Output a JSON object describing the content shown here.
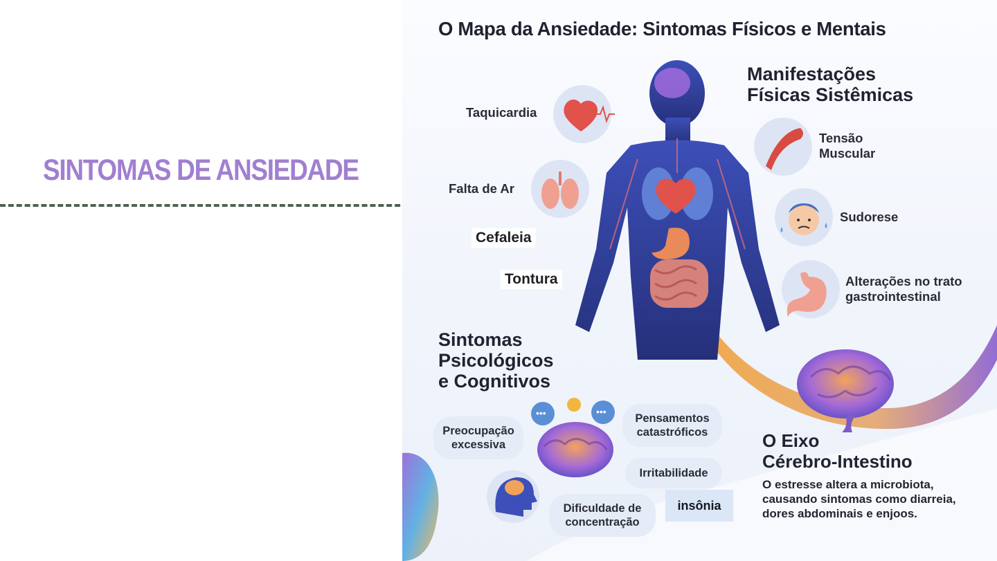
{
  "slide": {
    "title": "SINTOMAS DE ANSIEDADE"
  },
  "infographic": {
    "title": "O Mapa da Ansiedade: Sintomas Físicos e Mentais",
    "physical_section": "Manifestações\nFísicas Sistêmicas",
    "left_labels": {
      "taquicardia": "Taquicardia",
      "falta_de_ar": "Falta de Ar",
      "cefaleia": "Cefaleia",
      "tontura": "Tontura"
    },
    "right_labels": {
      "tensao": "Tensão\nMuscular",
      "sudorese": "Sudorese",
      "gastro": "Alterações no trato\ngastrointestinal"
    },
    "psych_section": "Sintomas\nPsicológicos\ne Cognitivos",
    "psych_pills": {
      "preocupacao": "Preocupação\nexcessiva",
      "pensamentos": "Pensamentos\ncatastróficos",
      "irritabilidade": "Irritabilidade",
      "dificuldade": "Dificuldade de\nconcentração",
      "insonia": "insônia"
    },
    "axis_title": "O Eixo\nCérebro-Intestino",
    "axis_desc": "O estresse altera a microbiota,\ncausando sintomas como diarreia,\ndores abdominais e enjoos."
  },
  "colors": {
    "title_purple": "#a07fd0",
    "dash_green": "#4f6152",
    "body_blue": "#2d3f9e",
    "organ_red": "#e0524a"
  },
  "icons": [
    "heart-icon",
    "lungs-icon",
    "muscle-icon",
    "sweating-face-icon",
    "stomach-icon",
    "brain-icon",
    "head-profile-icon",
    "speech-bubble-icon",
    "human-body-figure"
  ]
}
